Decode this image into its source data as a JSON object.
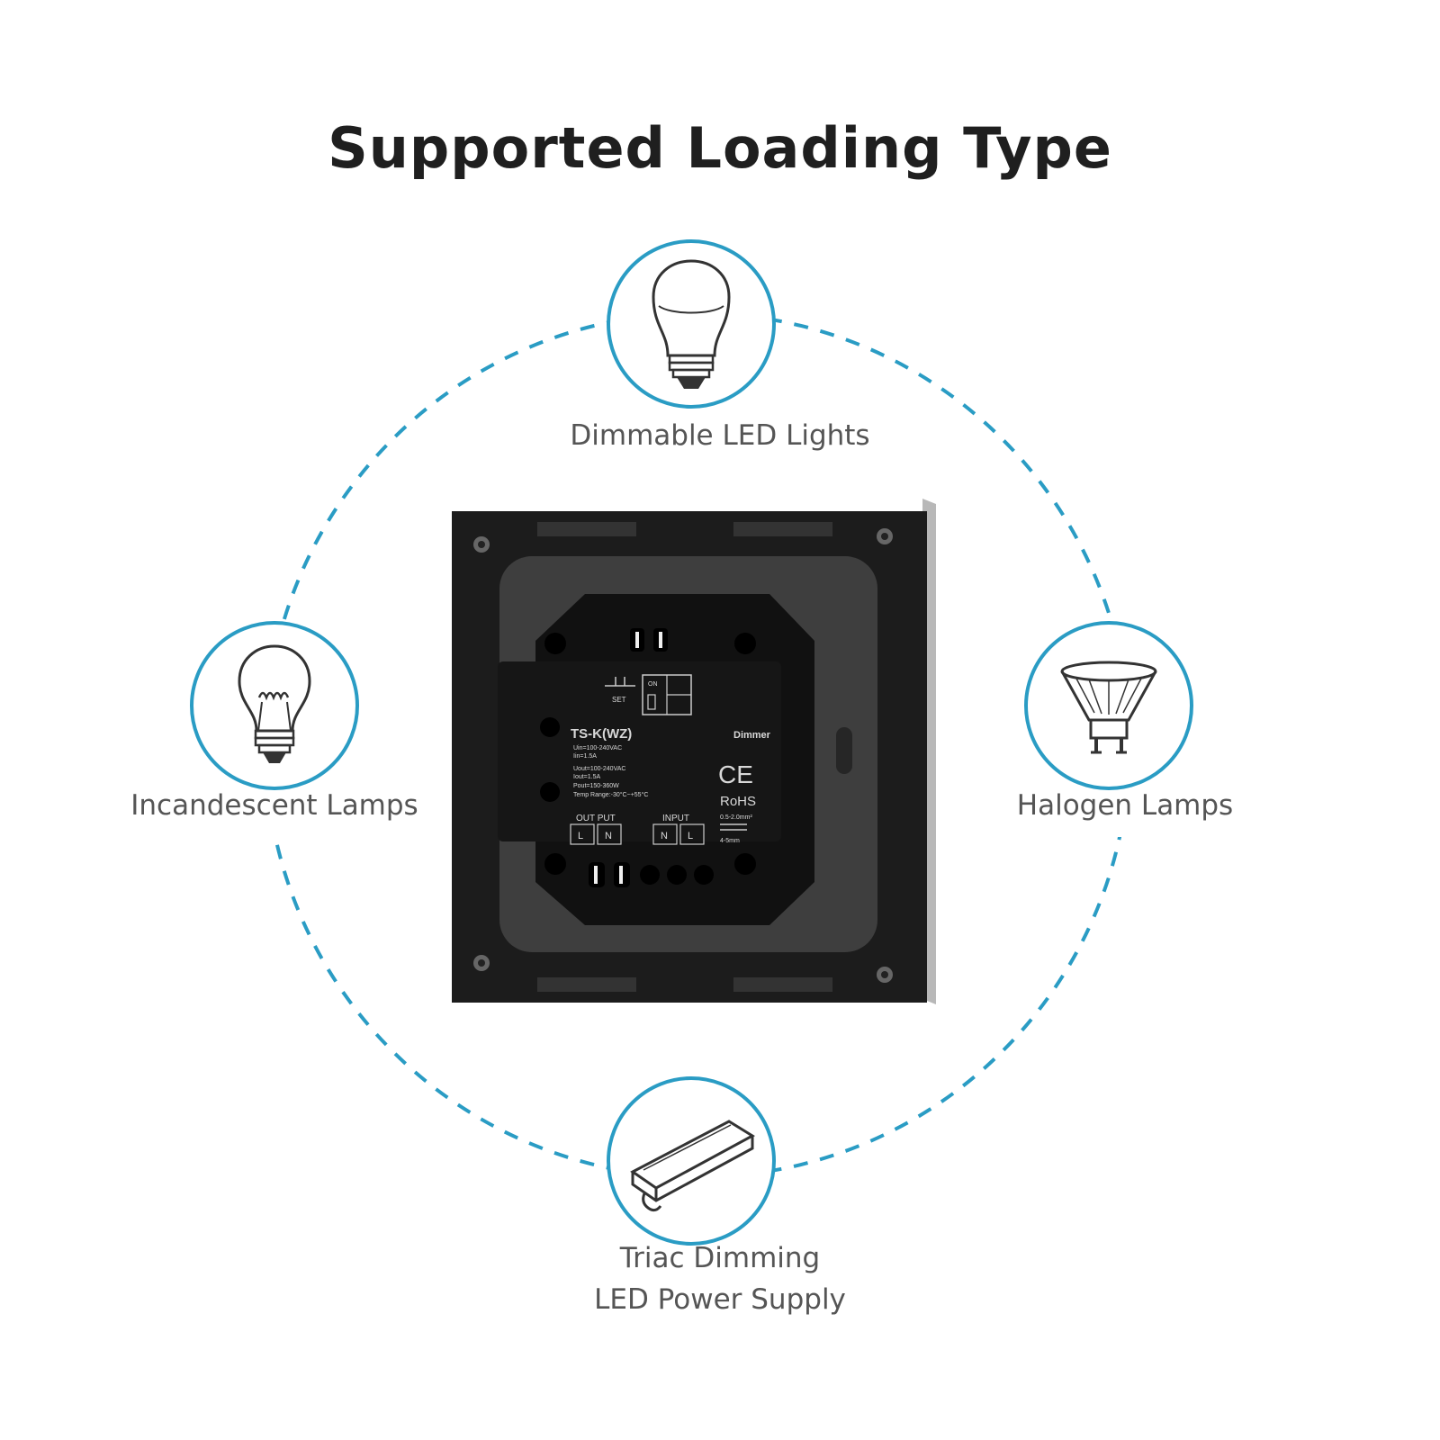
{
  "title": "Supported Loading Type",
  "accent_color": "#2a9cc4",
  "loads": {
    "top": {
      "label": "Dimmable LED Lights",
      "icon": "led-bulb-icon"
    },
    "left": {
      "label": "Incandescent Lamps",
      "icon": "incandescent-bulb-icon"
    },
    "right": {
      "label": "Halogen Lamps",
      "icon": "halogen-spotlight-icon"
    },
    "bottom": {
      "label_line1": "Triac Dimming",
      "label_line2": "LED Power Supply",
      "icon": "power-supply-icon"
    }
  },
  "device": {
    "model": "TS-K(WZ)",
    "type": "Dimmer",
    "set_label": "SET",
    "switch_label": "ON",
    "specs": [
      "Uin=100-240VAC",
      "Iin=1.5A",
      "Uout=100-240VAC",
      "Iout=1.5A",
      "Pout=150-360W",
      "Temp Range:-30°C~+55°C"
    ],
    "ce_mark": "CE",
    "rohs": "RoHS",
    "output_label": "OUT PUT",
    "input_label": "INPUT",
    "output_terminals": [
      "L",
      "N"
    ],
    "input_terminals": [
      "N",
      "L"
    ],
    "wire_gauge": "0.5-2.0mm²",
    "strip_length": "4-5mm"
  }
}
